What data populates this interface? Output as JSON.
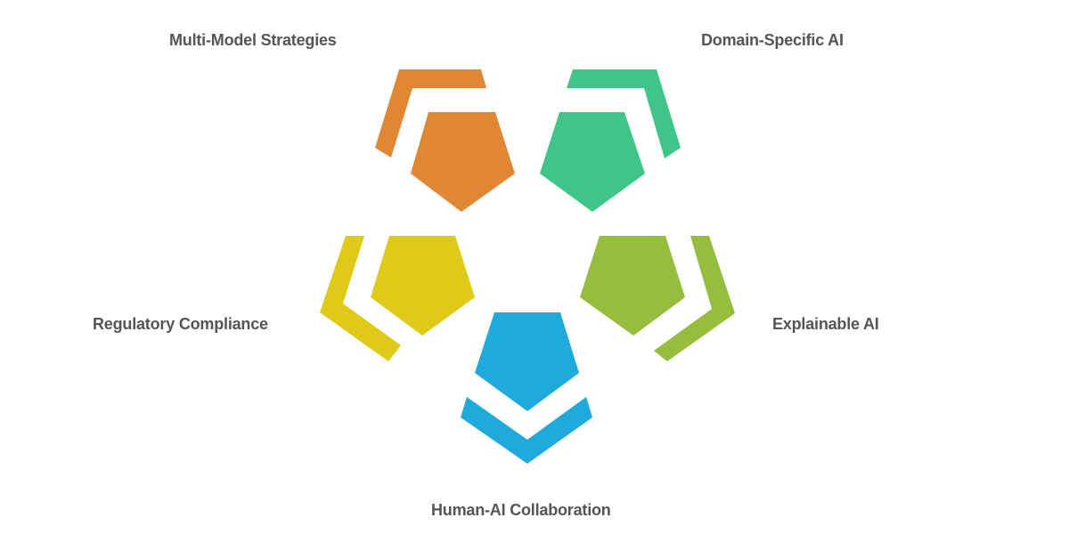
{
  "diagram": {
    "type": "cyclic-pentagon-diagram",
    "background": "#ffffff",
    "label_color": "#555555",
    "items": [
      {
        "label": "Multi-Model Strategies",
        "color": "#E08733",
        "position": "top-left"
      },
      {
        "label": "Domain-Specific AI",
        "color": "#3FC587",
        "position": "top-right"
      },
      {
        "label": "Explainable AI",
        "color": "#95BE3E",
        "position": "right"
      },
      {
        "label": "Human-AI Collaboration",
        "color": "#20AADC",
        "position": "bottom"
      },
      {
        "label": "Regulatory Compliance",
        "color": "#DFCA1A",
        "position": "left"
      }
    ]
  }
}
